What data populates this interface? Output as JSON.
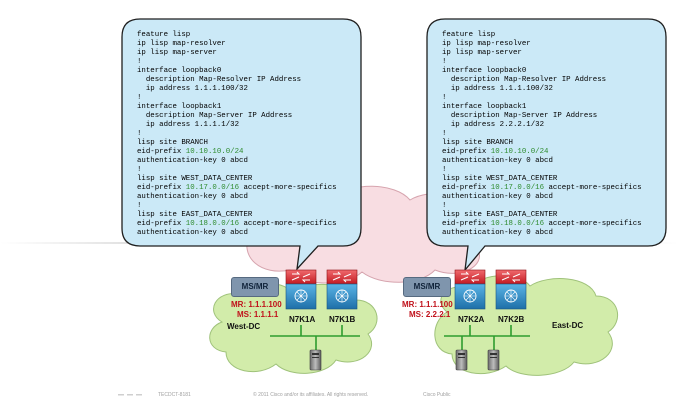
{
  "west": {
    "config_lines": [
      [
        {
          "t": "feature lisp"
        }
      ],
      [
        {
          "t": "ip lisp map-resolver"
        }
      ],
      [
        {
          "t": "ip lisp map-server"
        }
      ],
      [
        {
          "t": "!"
        }
      ],
      [
        {
          "t": "interface loopback0"
        }
      ],
      [
        {
          "t": "  description Map-Resolver IP Address"
        }
      ],
      [
        {
          "t": "  ip address 1.1.1.100/32"
        }
      ],
      [
        {
          "t": "!"
        }
      ],
      [
        {
          "t": "interface loopback1"
        }
      ],
      [
        {
          "t": "  description Map-Server IP Address"
        }
      ],
      [
        {
          "t": "  ip address 1.1.1.1/32"
        }
      ],
      [
        {
          "t": "!"
        }
      ],
      [
        {
          "t": "lisp site BRANCH"
        }
      ],
      [
        {
          "t": "eid-prefix "
        },
        {
          "t": "10.10.10.0/24",
          "g": true
        }
      ],
      [
        {
          "t": "authentication-key 0 abcd"
        }
      ],
      [
        {
          "t": "!"
        }
      ],
      [
        {
          "t": "lisp site WEST_DATA_CENTER"
        }
      ],
      [
        {
          "t": "eid-prefix "
        },
        {
          "t": "10.17.0.0/16",
          "g": true
        },
        {
          "t": " accept-more-specifics"
        }
      ],
      [
        {
          "t": "authentication-key 0 abcd"
        }
      ],
      [
        {
          "t": "!"
        }
      ],
      [
        {
          "t": "lisp site EAST_DATA_CENTER"
        }
      ],
      [
        {
          "t": "eid-prefix "
        },
        {
          "t": "10.18.0.0/16",
          "g": true
        },
        {
          "t": " accept-more-specifics"
        }
      ],
      [
        {
          "t": "authentication-key 0 abcd"
        }
      ]
    ],
    "ms_mr_label": "MS/MR",
    "mr_text": "MR: 1.1.1.100",
    "ms_text": "MS: 1.1.1.1",
    "dc_name": "West-DC",
    "switch_a": "N7K1A",
    "switch_b": "N7K1B"
  },
  "east": {
    "config_lines": [
      [
        {
          "t": "feature lisp"
        }
      ],
      [
        {
          "t": "ip lisp map-resolver"
        }
      ],
      [
        {
          "t": "ip lisp map-server"
        }
      ],
      [
        {
          "t": "!"
        }
      ],
      [
        {
          "t": "interface loopback0"
        }
      ],
      [
        {
          "t": "  description Map-Resolver IP Address"
        }
      ],
      [
        {
          "t": "  ip address 1.1.1.100/32"
        }
      ],
      [
        {
          "t": "!"
        }
      ],
      [
        {
          "t": "interface loopback1"
        }
      ],
      [
        {
          "t": "  description Map-Server IP Address"
        }
      ],
      [
        {
          "t": "  ip address 2.2.2.1/32"
        }
      ],
      [
        {
          "t": "!"
        }
      ],
      [
        {
          "t": "lisp site BRANCH"
        }
      ],
      [
        {
          "t": "eid-prefix "
        },
        {
          "t": "10.10.10.0/24",
          "g": true
        }
      ],
      [
        {
          "t": "authentication-key 0 abcd"
        }
      ],
      [
        {
          "t": "!"
        }
      ],
      [
        {
          "t": "lisp site WEST_DATA_CENTER"
        }
      ],
      [
        {
          "t": "eid-prefix "
        },
        {
          "t": "10.17.0.0/16",
          "g": true
        },
        {
          "t": " accept-more-specifics"
        }
      ],
      [
        {
          "t": "authentication-key 0 abcd"
        }
      ],
      [
        {
          "t": "!"
        }
      ],
      [
        {
          "t": "lisp site EAST_DATA_CENTER"
        }
      ],
      [
        {
          "t": "eid-prefix "
        },
        {
          "t": "10.18.0.0/16",
          "g": true
        },
        {
          "t": " accept-more-specifics"
        }
      ],
      [
        {
          "t": "authentication-key 0 abcd"
        }
      ]
    ],
    "ms_mr_label": "MS/MR",
    "mr_text": "MR: 1.1.1.100",
    "ms_text": "MS: 2.2.2.1",
    "dc_name": "East-DC",
    "switch_a": "N7K2A",
    "switch_b": "N7K2B"
  },
  "footer": {
    "session": "TECDCT-8181",
    "copyright": "© 2011 Cisco and/or its affiliates. All rights reserved.",
    "classification": "Cisco Public"
  },
  "colors": {
    "callout_fill": "#cbe9f7",
    "callout_stroke": "#1f1f1f",
    "cloud_green": "#d2ecaa",
    "cloud_pink": "#f8dde2",
    "switch_red": "#d8262e",
    "switch_blue": "#2f8fcc",
    "link_green": "#2e9d2e",
    "ip_green": "#2e8b2e",
    "label_red": "#c0101a"
  }
}
